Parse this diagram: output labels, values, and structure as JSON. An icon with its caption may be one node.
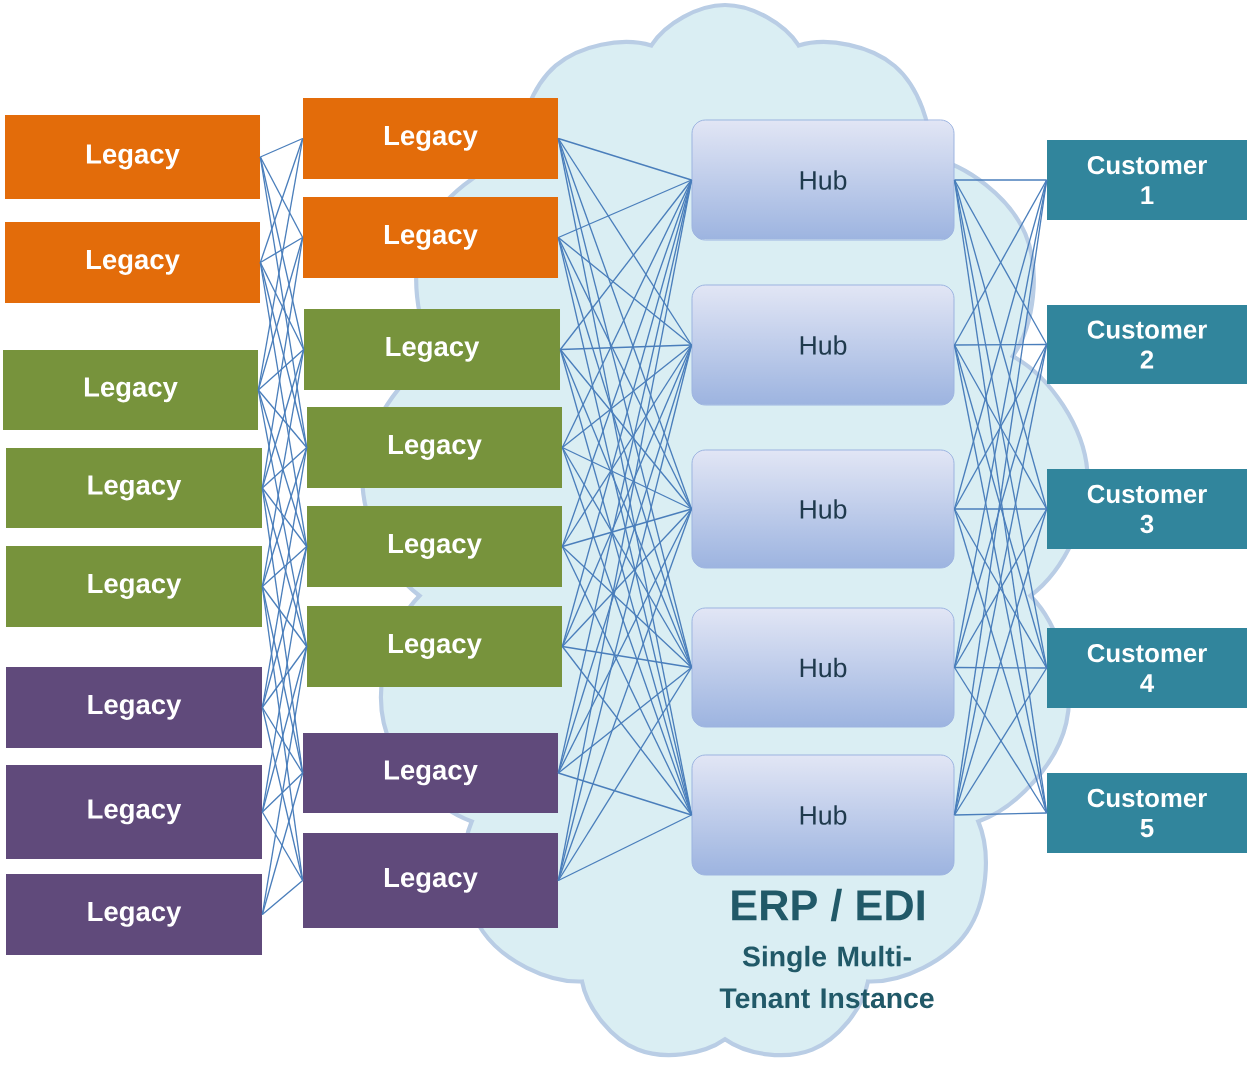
{
  "diagram": {
    "nodes": [
      {
        "text": [
          "Legacy"
        ]
      },
      {
        "text": [
          "Legacy"
        ]
      },
      {
        "text": [
          "Legacy"
        ]
      },
      {
        "text": [
          "Legacy"
        ]
      },
      {
        "text": [
          "Legacy"
        ]
      },
      {
        "text": [
          "Legacy"
        ]
      },
      {
        "text": [
          "Legacy"
        ]
      },
      {
        "text": [
          "Legacy"
        ]
      },
      {
        "text": [
          "Legacy"
        ]
      },
      {
        "text": [
          "Legacy"
        ]
      },
      {
        "text": [
          "Legacy"
        ]
      },
      {
        "text": [
          "Legacy"
        ]
      },
      {
        "text": [
          "Legacy"
        ]
      },
      {
        "text": [
          "Legacy"
        ]
      },
      {
        "text": [
          "Legacy"
        ]
      },
      {
        "text": [
          "Legacy"
        ]
      },
      {
        "text": [
          "ERP / EDI",
          "Single Multi-Tenant Instance"
        ]
      },
      {
        "text": [
          "Hub"
        ],
        "in": 16
      },
      {
        "text": [
          "Hub"
        ],
        "in": 16
      },
      {
        "text": [
          "Hub"
        ],
        "in": 16
      },
      {
        "text": [
          "Hub"
        ],
        "in": 16
      },
      {
        "text": [
          "Hub"
        ],
        "in": 16
      },
      {
        "text": [
          "Customer 1"
        ]
      },
      {
        "text": [
          "Customer 2"
        ]
      },
      {
        "text": [
          "Customer 3"
        ]
      },
      {
        "text": [
          "Customer 4"
        ]
      },
      {
        "text": [
          "Customer 5"
        ]
      }
    ],
    "edges": [
      {
        "from": 0,
        "to": 8,
        "arrow": "none"
      },
      {
        "from": 0,
        "to": 9,
        "arrow": "none"
      },
      {
        "from": 0,
        "to": 10,
        "arrow": "none"
      },
      {
        "from": 0,
        "to": 11,
        "arrow": "none"
      },
      {
        "from": 1,
        "to": 8,
        "arrow": "none"
      },
      {
        "from": 1,
        "to": 9,
        "arrow": "none"
      },
      {
        "from": 1,
        "to": 10,
        "arrow": "none"
      },
      {
        "from": 1,
        "to": 11,
        "arrow": "none"
      },
      {
        "from": 1,
        "to": 12,
        "arrow": "none"
      },
      {
        "from": 2,
        "to": 8,
        "arrow": "none"
      },
      {
        "from": 2,
        "to": 9,
        "arrow": "none"
      },
      {
        "from": 2,
        "to": 10,
        "arrow": "none"
      },
      {
        "from": 2,
        "to": 11,
        "arrow": "none"
      },
      {
        "from": 2,
        "to": 12,
        "arrow": "none"
      },
      {
        "from": 2,
        "to": 13,
        "arrow": "none"
      },
      {
        "from": 3,
        "to": 9,
        "arrow": "none"
      },
      {
        "from": 3,
        "to": 10,
        "arrow": "none"
      },
      {
        "from": 3,
        "to": 11,
        "arrow": "none"
      },
      {
        "from": 3,
        "to": 12,
        "arrow": "none"
      },
      {
        "from": 3,
        "to": 13,
        "arrow": "none"
      },
      {
        "from": 3,
        "to": 14,
        "arrow": "none"
      },
      {
        "from": 4,
        "to": 10,
        "arrow": "none"
      },
      {
        "from": 4,
        "to": 11,
        "arrow": "none"
      },
      {
        "from": 4,
        "to": 12,
        "arrow": "none"
      },
      {
        "from": 4,
        "to": 13,
        "arrow": "none"
      },
      {
        "from": 4,
        "to": 14,
        "arrow": "none"
      },
      {
        "from": 4,
        "to": 15,
        "arrow": "none"
      },
      {
        "from": 5,
        "to": 11,
        "arrow": "none"
      },
      {
        "from": 5,
        "to": 12,
        "arrow": "none"
      },
      {
        "from": 5,
        "to": 13,
        "arrow": "none"
      },
      {
        "from": 5,
        "to": 14,
        "arrow": "none"
      },
      {
        "from": 5,
        "to": 15,
        "arrow": "none"
      },
      {
        "from": 6,
        "to": 12,
        "arrow": "none"
      },
      {
        "from": 6,
        "to": 13,
        "arrow": "none"
      },
      {
        "from": 6,
        "to": 14,
        "arrow": "none"
      },
      {
        "from": 6,
        "to": 15,
        "arrow": "none"
      },
      {
        "from": 7,
        "to": 13,
        "arrow": "none"
      },
      {
        "from": 7,
        "to": 14,
        "arrow": "none"
      },
      {
        "from": 7,
        "to": 15,
        "arrow": "none"
      },
      {
        "from": 8,
        "to": 17,
        "arrow": "none"
      },
      {
        "from": 8,
        "to": 18,
        "arrow": "none"
      },
      {
        "from": 8,
        "to": 19,
        "arrow": "none"
      },
      {
        "from": 8,
        "to": 20,
        "arrow": "none"
      },
      {
        "from": 8,
        "to": 21,
        "arrow": "none"
      },
      {
        "from": 9,
        "to": 17,
        "arrow": "none"
      },
      {
        "from": 9,
        "to": 18,
        "arrow": "none"
      },
      {
        "from": 9,
        "to": 19,
        "arrow": "none"
      },
      {
        "from": 9,
        "to": 20,
        "arrow": "none"
      },
      {
        "from": 9,
        "to": 21,
        "arrow": "none"
      },
      {
        "from": 10,
        "to": 17,
        "arrow": "none"
      },
      {
        "from": 10,
        "to": 18,
        "arrow": "none"
      },
      {
        "from": 10,
        "to": 19,
        "arrow": "none"
      },
      {
        "from": 10,
        "to": 20,
        "arrow": "none"
      },
      {
        "from": 10,
        "to": 21,
        "arrow": "none"
      },
      {
        "from": 11,
        "to": 17,
        "arrow": "none"
      },
      {
        "from": 11,
        "to": 18,
        "arrow": "none"
      },
      {
        "from": 11,
        "to": 19,
        "arrow": "none"
      },
      {
        "from": 11,
        "to": 20,
        "arrow": "none"
      },
      {
        "from": 11,
        "to": 21,
        "arrow": "none"
      },
      {
        "from": 12,
        "to": 17,
        "arrow": "none"
      },
      {
        "from": 12,
        "to": 18,
        "arrow": "none"
      },
      {
        "from": 12,
        "to": 19,
        "arrow": "none"
      },
      {
        "from": 12,
        "to": 20,
        "arrow": "none"
      },
      {
        "from": 12,
        "to": 21,
        "arrow": "none"
      },
      {
        "from": 13,
        "to": 17,
        "arrow": "none"
      },
      {
        "from": 13,
        "to": 18,
        "arrow": "none"
      },
      {
        "from": 13,
        "to": 19,
        "arrow": "none"
      },
      {
        "from": 13,
        "to": 20,
        "arrow": "none"
      },
      {
        "from": 13,
        "to": 21,
        "arrow": "none"
      },
      {
        "from": 14,
        "to": 17,
        "arrow": "none"
      },
      {
        "from": 14,
        "to": 18,
        "arrow": "none"
      },
      {
        "from": 14,
        "to": 19,
        "arrow": "none"
      },
      {
        "from": 14,
        "to": 20,
        "arrow": "none"
      },
      {
        "from": 14,
        "to": 21,
        "arrow": "none"
      },
      {
        "from": 15,
        "to": 17,
        "arrow": "none"
      },
      {
        "from": 15,
        "to": 18,
        "arrow": "none"
      },
      {
        "from": 15,
        "to": 19,
        "arrow": "none"
      },
      {
        "from": 15,
        "to": 20,
        "arrow": "none"
      },
      {
        "from": 15,
        "to": 21,
        "arrow": "none"
      },
      {
        "from": 17,
        "to": 22,
        "arrow": "none"
      },
      {
        "from": 17,
        "to": 23,
        "arrow": "none"
      },
      {
        "from": 17,
        "to": 24,
        "arrow": "none"
      },
      {
        "from": 17,
        "to": 25,
        "arrow": "none"
      },
      {
        "from": 17,
        "to": 26,
        "arrow": "none"
      },
      {
        "from": 18,
        "to": 22,
        "arrow": "none"
      },
      {
        "from": 18,
        "to": 23,
        "arrow": "none"
      },
      {
        "from": 18,
        "to": 24,
        "arrow": "none"
      },
      {
        "from": 18,
        "to": 25,
        "arrow": "none"
      },
      {
        "from": 18,
        "to": 26,
        "arrow": "none"
      },
      {
        "from": 19,
        "to": 22,
        "arrow": "none"
      },
      {
        "from": 19,
        "to": 23,
        "arrow": "none"
      },
      {
        "from": 19,
        "to": 24,
        "arrow": "none"
      },
      {
        "from": 19,
        "to": 25,
        "arrow": "none"
      },
      {
        "from": 19,
        "to": 26,
        "arrow": "none"
      },
      {
        "from": 20,
        "to": 22,
        "arrow": "none"
      },
      {
        "from": 20,
        "to": 23,
        "arrow": "none"
      },
      {
        "from": 20,
        "to": 24,
        "arrow": "none"
      },
      {
        "from": 20,
        "to": 25,
        "arrow": "none"
      },
      {
        "from": 20,
        "to": 26,
        "arrow": "none"
      },
      {
        "from": 21,
        "to": 22,
        "arrow": "none"
      },
      {
        "from": 21,
        "to": 23,
        "arrow": "none"
      },
      {
        "from": 21,
        "to": 24,
        "arrow": "none"
      },
      {
        "from": 21,
        "to": 25,
        "arrow": "none"
      },
      {
        "from": 21,
        "to": 26,
        "arrow": "none"
      }
    ]
  }
}
